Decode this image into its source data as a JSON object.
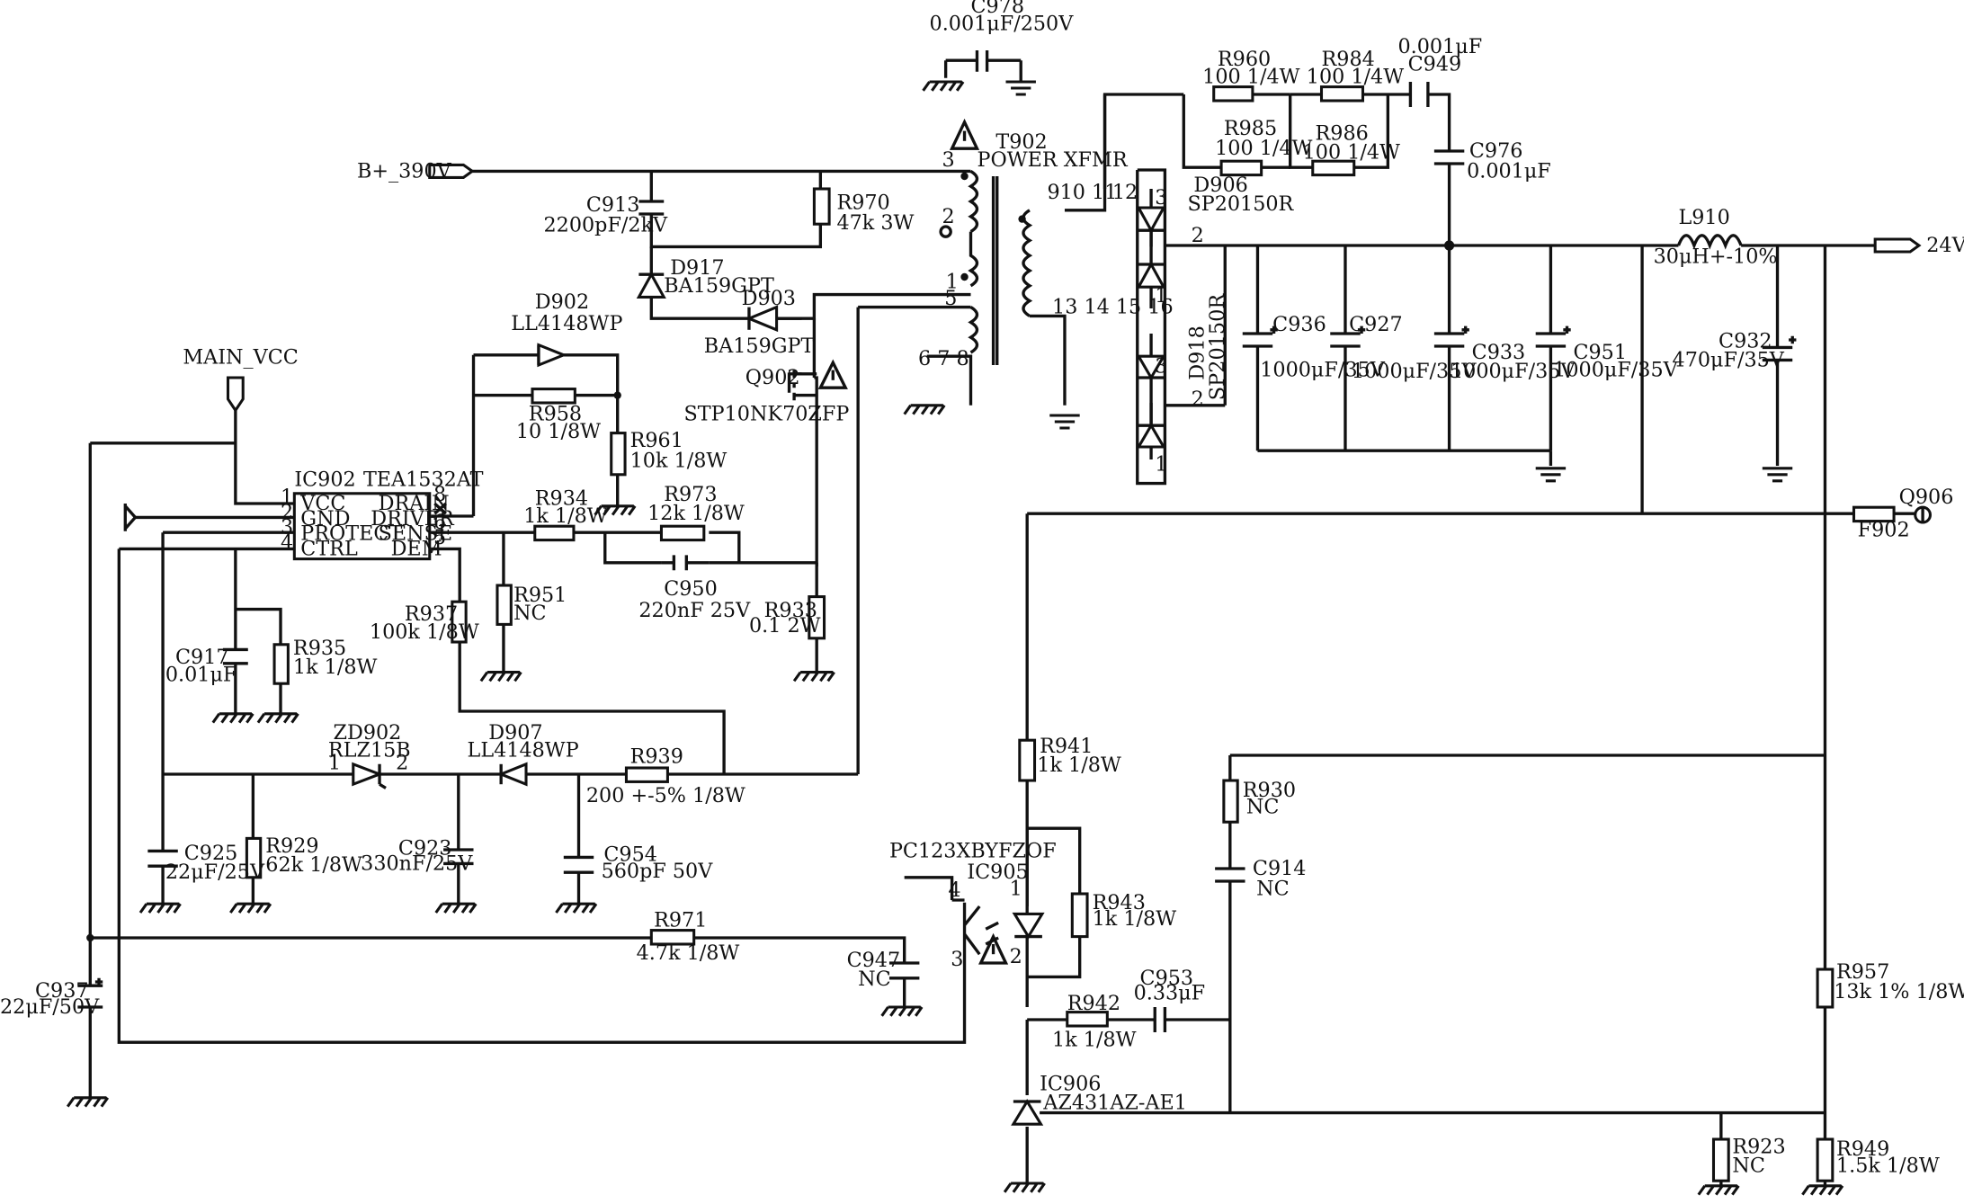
{
  "power": {
    "bplus": "B+_390V",
    "main_vcc": "MAIN_VCC",
    "out": "24V"
  },
  "ic902": {
    "ref": "IC902",
    "part": "TEA1532AT",
    "pins_left": [
      "VCC",
      "GND",
      "PROTECT",
      "CTRL"
    ],
    "nums_left": [
      "1",
      "2",
      "3",
      "4"
    ],
    "pins_right": [
      "DRAIN",
      "DRIVER",
      "SENSE",
      "DEM"
    ],
    "nums_right": [
      "8",
      "6",
      "5"
    ]
  },
  "t902": {
    "ref": "T902",
    "name": "POWER XFMR",
    "pins": {
      "p3": "3",
      "p2": "2",
      "p1": "1",
      "p5": "5",
      "p678": "6 7 8",
      "p91011": "910  11",
      "p12": "12",
      "p13to16": "13 14 15 16"
    }
  },
  "q902": {
    "ref": "Q902",
    "part": "STP10NK70ZFP"
  },
  "q906": {
    "ref": "Q906"
  },
  "diodes": {
    "d902": {
      "ref": "D902",
      "part": "LL4148WP"
    },
    "d917": {
      "ref": "D917",
      "part": "BA159GPT"
    },
    "d903": {
      "ref": "D903",
      "part": "BA159GPT"
    },
    "d906": {
      "ref": "D906",
      "part": "SP20150R",
      "pins": [
        "3",
        "2",
        "1"
      ]
    },
    "d918": {
      "ref": "D918",
      "part": "SP20150R",
      "pins": [
        "3",
        "2",
        "1"
      ]
    },
    "zd902": {
      "ref": "ZD902",
      "part": "RLZ15B",
      "pin1": "1",
      "pin2": "2"
    },
    "d907": {
      "ref": "D907",
      "part": "LL4148WP"
    }
  },
  "resistors": {
    "r970": {
      "ref": "R970",
      "val": "47k 3W"
    },
    "r958": {
      "ref": "R958",
      "val": "10 1/8W"
    },
    "r961": {
      "ref": "R961",
      "val": "10k 1/8W"
    },
    "r934": {
      "ref": "R934",
      "val": "1k 1/8W"
    },
    "r973": {
      "ref": "R973",
      "val": "12k 1/8W"
    },
    "r951": {
      "ref": "R951",
      "val": "NC"
    },
    "r937": {
      "ref": "R937",
      "val": "100k 1/8W"
    },
    "r933": {
      "ref": "R933",
      "val": "0.1 2W"
    },
    "r935": {
      "ref": "R935",
      "val": "1k 1/8W"
    },
    "r939": {
      "ref": "R939",
      "val": "200 +-5% 1/8W"
    },
    "r929": {
      "ref": "R929",
      "val": "62k 1/8W"
    },
    "r971": {
      "ref": "R971",
      "val": "4.7k 1/8W"
    },
    "r960": {
      "ref": "R960",
      "val": "100 1/4W"
    },
    "r984": {
      "ref": "R984",
      "val": "100 1/4W"
    },
    "r985": {
      "ref": "R985",
      "val": "100 1/4W"
    },
    "r986": {
      "ref": "R986",
      "val": "100 1/4W"
    },
    "r941": {
      "ref": "R941",
      "val": "1k 1/8W"
    },
    "r943": {
      "ref": "R943",
      "val": "1k 1/8W"
    },
    "r942": {
      "ref": "R942",
      "val": "1k 1/8W"
    },
    "r930": {
      "ref": "R930",
      "val": "NC"
    },
    "r957": {
      "ref": "R957",
      "val": "13k 1% 1/8W"
    },
    "r923": {
      "ref": "R923",
      "val": "NC"
    },
    "r949": {
      "ref": "R949",
      "val": "1.5k 1/8W"
    }
  },
  "capacitors": {
    "c978": {
      "ref": "C978",
      "val": "0.001μF/250V"
    },
    "c913": {
      "ref": "C913",
      "val": "2200pF/2kV"
    },
    "c950": {
      "ref": "C950",
      "val": "220nF 25V"
    },
    "c917": {
      "ref": "C917",
      "val": "0.01μF"
    },
    "c925": {
      "ref": "C925",
      "val": "22μF/25V"
    },
    "c923": {
      "ref": "C923",
      "val": "330nF/25V"
    },
    "c954": {
      "ref": "C954",
      "val": "560pF 50V"
    },
    "c937": {
      "ref": "C937",
      "val": "22μF/50V"
    },
    "c949": {
      "ref": "C949",
      "val": "0.001μF"
    },
    "c976": {
      "ref": "C976",
      "val": "0.001μF"
    },
    "c936": {
      "ref": "C936",
      "val": "1000μF/35V"
    },
    "c927": {
      "ref": "C927",
      "val": "1000μF/35V"
    },
    "c933": {
      "ref": "C933",
      "val": "1000μF/35V"
    },
    "c951": {
      "ref": "C951",
      "val": "1000μF/35V"
    },
    "c932": {
      "ref": "C932",
      "val": "470μF/35V"
    },
    "c947": {
      "ref": "C947",
      "val": "NC"
    },
    "c953": {
      "ref": "C953",
      "val": "0.33μF"
    },
    "c914": {
      "ref": "C914",
      "val": "NC"
    }
  },
  "l910": {
    "ref": "L910",
    "val": "30μH+-10%"
  },
  "f902": {
    "ref": "F902"
  },
  "ic905": {
    "ref": "IC905",
    "part": "PC123XBYFZOF",
    "pins": [
      "4",
      "1",
      "3",
      "2"
    ]
  },
  "ic906": {
    "ref": "IC906",
    "part": "AZ431AZ-AE1"
  },
  "plus_sign": "+"
}
